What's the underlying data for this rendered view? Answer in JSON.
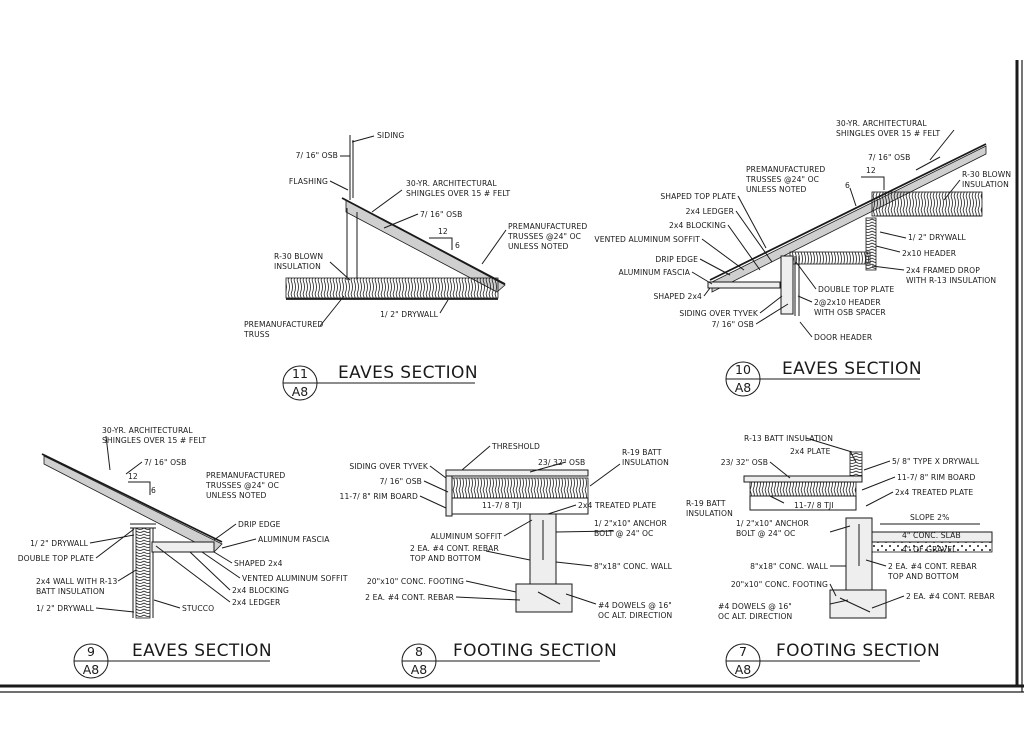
{
  "sheet": {
    "ref_sheet": "A8"
  },
  "details": [
    {
      "number": "11",
      "title": "EAVES SECTION",
      "labels": {
        "siding": "SIDING",
        "osb_top": "7/ 16\" OSB",
        "flashing": "FLASHING",
        "shingles": "30-YR. ARCHITECTURAL\nSHINGLES OVER 15 # FELT",
        "osb": "7/ 16\" OSB",
        "pitch_rise": "6",
        "pitch_run": "12",
        "trusses": "PREMANUFACTURED\nTRUSSES @24\" OC\nUNLESS NOTED",
        "insulation": "R-30 BLOWN\nINSULATION",
        "truss": "PREMANUFACTURED\nTRUSS",
        "drywall": "1/ 2\" DRYWALL"
      }
    },
    {
      "number": "10",
      "title": "EAVES SECTION",
      "labels": {
        "shingles": "30-YR. ARCHITECTURAL\nSHINGLES OVER 15 # FELT",
        "osb_top": "7/ 16\" OSB",
        "pitch_run": "12",
        "pitch_rise": "6",
        "trusses": "PREMANUFACTURED\nTRUSSES @24\" OC\nUNLESS NOTED",
        "insulation": "R-30 BLOWN\nINSULATION",
        "shaped_top_plate": "SHAPED TOP PLATE",
        "ledger": "2x4 LEDGER",
        "blocking": "2x4 BLOCKING",
        "soffit": "VENTED ALUMINUM SOFFIT",
        "drip_edge": "DRIP EDGE",
        "fascia": "ALUMINUM FASCIA",
        "shaped_2x4": "SHAPED 2x4",
        "siding_tyvek": "SIDING OVER TYVEK",
        "osb_wall": "7/ 16\" OSB",
        "drywall": "1/ 2\" DRYWALL",
        "header_2x10": "2x10 HEADER",
        "framed_drop": "2x4 FRAMED DROP\nWITH R-13 INSULATION",
        "double_top_plate": "DOUBLE TOP PLATE",
        "header_2at2x10": "2@2x10 HEADER\nWITH OSB SPACER",
        "door_header": "DOOR HEADER"
      }
    },
    {
      "number": "9",
      "title": "EAVES SECTION",
      "labels": {
        "shingles": "30-YR. ARCHITECTURAL\nSHINGLES OVER 15 # FELT",
        "osb": "7/ 16\" OSB",
        "pitch_run": "12",
        "pitch_rise": "6",
        "trusses": "PREMANUFACTURED\nTRUSSES @24\" OC\nUNLESS NOTED",
        "drip_edge": "DRIP EDGE",
        "fascia": "ALUMINUM FASCIA",
        "drywall_top": "1/ 2\" DRYWALL",
        "double_top_plate": "DOUBLE TOP PLATE",
        "shaped_2x4": "SHAPED 2x4",
        "soffit": "VENTED ALUMINUM SOFFIT",
        "wall": "2x4 WALL WITH R-13\nBATT INSULATION",
        "blocking": "2x4 BLOCKING",
        "ledger": "2x4 LEDGER",
        "drywall_bottom": "1/ 2\" DRYWALL",
        "stucco": "STUCCO"
      }
    },
    {
      "number": "8",
      "title": "FOOTING SECTION",
      "labels": {
        "threshold": "THRESHOLD",
        "siding_tyvek": "SIDING OVER TYVEK",
        "osb_wall": "7/ 16\" OSB",
        "rim_board": "11-7/ 8\" RIM BOARD",
        "subfloor": "23/ 32\" OSB",
        "batt": "R-19 BATT\nINSULATION",
        "tji": "11-7/ 8 TJI",
        "treated_plate": "2x4 TREATED PLATE",
        "soffit": "ALUMINUM SOFFIT",
        "rebar_top": "2 EA. #4 CONT. REBAR\nTOP AND BOTTOM",
        "anchor": "1/ 2\"x10\" ANCHOR\nBOLT @ 24\" OC",
        "wall": "8\"x18\" CONC. WALL",
        "footing": "20\"x10\" CONC. FOOTING",
        "rebar_footing": "2 EA. #4 CONT. REBAR",
        "dowels": "#4 DOWELS @ 16\"\nOC ALT. DIRECTION"
      }
    },
    {
      "number": "7",
      "title": "FOOTING SECTION",
      "labels": {
        "batt_r13": "R-13 BATT INSULATION",
        "plate_2x4": "2x4 PLATE",
        "subfloor": "23/ 32\" OSB",
        "drywall": "5/ 8\" TYPE X DRYWALL",
        "rim_board": "11-7/ 8\" RIM BOARD",
        "treated_plate": "2x4 TREATED PLATE",
        "batt_r19": "R-19 BATT\nINSULATION",
        "tji": "11-7/ 8 TJI",
        "slope": "SLOPE 2%",
        "slab": "4\" CONC. SLAB",
        "gravel": "4\" OF GRAVEL",
        "anchor": "1/ 2\"x10\" ANCHOR\nBOLT @ 24\" OC",
        "wall": "8\"x18\" CONC. WALL",
        "rebar_top": "2 EA. #4 CONT. REBAR\nTOP AND BOTTOM",
        "footing": "20\"x10\" CONC. FOOTING",
        "rebar_footing": "2 EA. #4 CONT. REBAR",
        "dowels": "#4 DOWELS @ 16\"\nOC ALT. DIRECTION"
      }
    }
  ]
}
